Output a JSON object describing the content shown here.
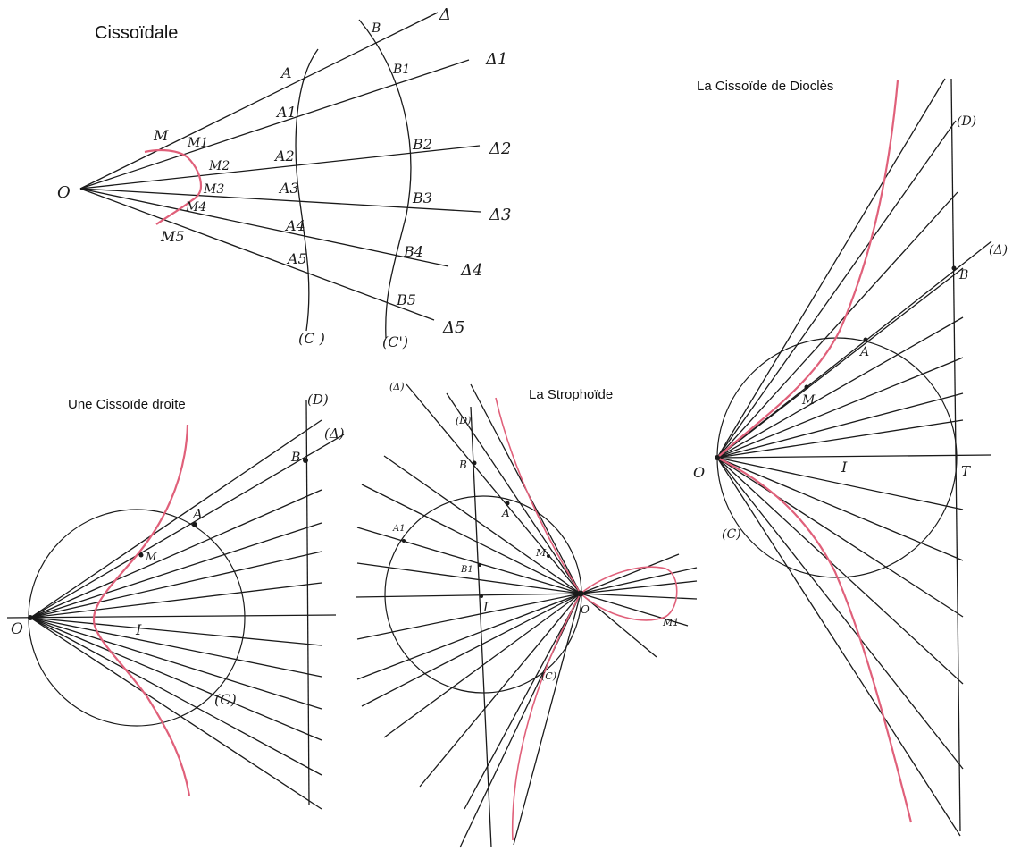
{
  "colors": {
    "ink": "#1a1a1a",
    "curve": "#e0607a",
    "background": "#ffffff"
  },
  "panel1": {
    "title": "Cissoïdale",
    "origin": "O",
    "curve_c": "(C )",
    "curve_c2": "(C')",
    "pointsA": [
      "A",
      "A1",
      "A2",
      "A3",
      "A4",
      "A5"
    ],
    "pointsB": [
      "B",
      "B1",
      "B2",
      "B3",
      "B4",
      "B5"
    ],
    "pointsM": [
      "M",
      "M1",
      "M2",
      "M3",
      "M4",
      "M5"
    ],
    "lines": [
      "Δ",
      "Δ1",
      "Δ2",
      "Δ3",
      "Δ4",
      "Δ5"
    ]
  },
  "panel2": {
    "title": "Une Cissoïde droite",
    "origin": "O",
    "center": "I",
    "line_d": "(D)",
    "line_delta": "(Δ)",
    "circle": "(C)",
    "point_a": "A",
    "point_b": "B",
    "point_m": "M"
  },
  "panel3": {
    "title": "La Strophoïde",
    "origin": "O",
    "center": "I",
    "line_d": "(D)",
    "line_delta": "(Δ)",
    "circle": "(C)",
    "point_a": "A",
    "point_a1": "A1",
    "point_b": "B",
    "point_b1": "B1",
    "point_m": "M",
    "point_m1": "M1"
  },
  "panel4": {
    "title": "La Cissoïde de Dioclès",
    "origin": "O",
    "center": "I",
    "point_t": "T",
    "line_d": "(D)",
    "line_delta": "(Δ)",
    "circle": "(C)",
    "point_a": "A",
    "point_b": "B",
    "point_m": "M"
  }
}
